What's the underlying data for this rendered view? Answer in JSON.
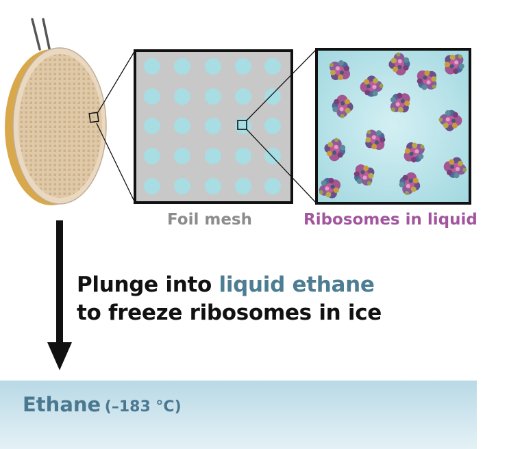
{
  "labels": {
    "foil_mesh": "Foil mesh",
    "ribosomes": "Ribosomes in liquid"
  },
  "instruction": {
    "part1": "Plunge into ",
    "highlight": "liquid ethane",
    "line2": "to freeze ribosomes in ice"
  },
  "ethane": {
    "name": "Ethane",
    "temperature": "(–183 °C)"
  },
  "colors": {
    "foil_label": "#8c8c8c",
    "ribosome_label": "#a2559f",
    "ethane_text": "#4a7890",
    "grid_tan": "#dfc9a8",
    "grid_rim": "#d9a84a",
    "mesh_gray": "#c8c8c8",
    "hole_cyan": "#a7dde3",
    "liquid": "#b9e4ea"
  },
  "icons": {
    "grid": "em-grid-disc-icon",
    "tweezers": "tweezers-icon",
    "arrow": "down-arrow-icon",
    "ribosome": "ribosome-blob-icon"
  }
}
